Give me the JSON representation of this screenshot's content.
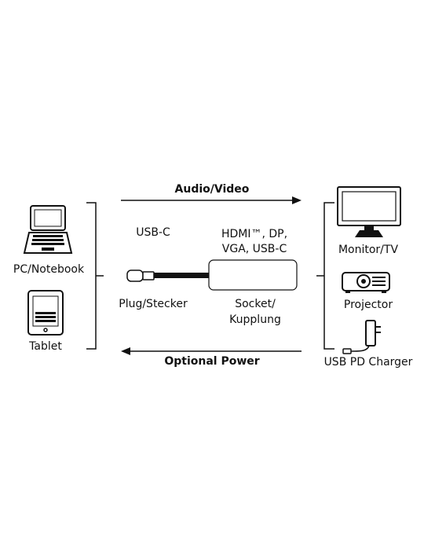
{
  "flows": {
    "audio_video": "Audio/Video",
    "optional_power": "Optional Power"
  },
  "sources": {
    "pc_notebook": "PC/Notebook",
    "tablet": "Tablet"
  },
  "adapter": {
    "plug_type": "USB-C",
    "socket_types_line1": "HDMI™, DP,",
    "socket_types_line2": "VGA, USB-C",
    "plug_label": "Plug/Stecker",
    "socket_label_line1": "Socket/",
    "socket_label_line2": "Kupplung"
  },
  "targets": {
    "monitor_tv": "Monitor/TV",
    "projector": "Projector",
    "usb_pd_charger": "USB PD Charger"
  },
  "icons": [
    "laptop-icon",
    "tablet-icon",
    "monitor-icon",
    "projector-icon",
    "charger-icon",
    "usb-c-plug-icon",
    "adapter-hub-icon"
  ]
}
